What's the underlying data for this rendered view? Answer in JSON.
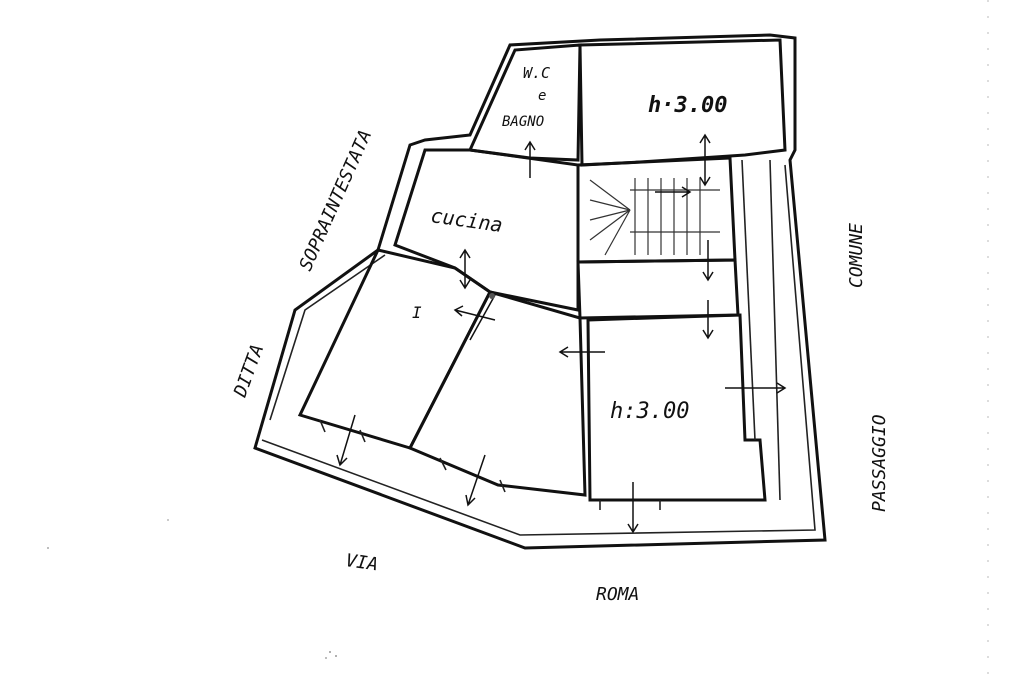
{
  "labels": {
    "wc_line1": "W.C",
    "wc_line2": "e",
    "wc_line3": "BAGNO",
    "height_top": "h·3.00",
    "kitchen": "cucina",
    "room_left_mark": "I",
    "height_bottom": "h:3.00",
    "street_left_1": "DITTA",
    "street_left_2": "SOPRAINTESTATA",
    "street_right_1": "COMUNE",
    "street_right_2": "PASSAGGIO",
    "street_bottom_1": "VIA",
    "street_bottom_2": "ROMA"
  },
  "colors": {
    "ink": "#111111",
    "paper": "#ffffff"
  }
}
